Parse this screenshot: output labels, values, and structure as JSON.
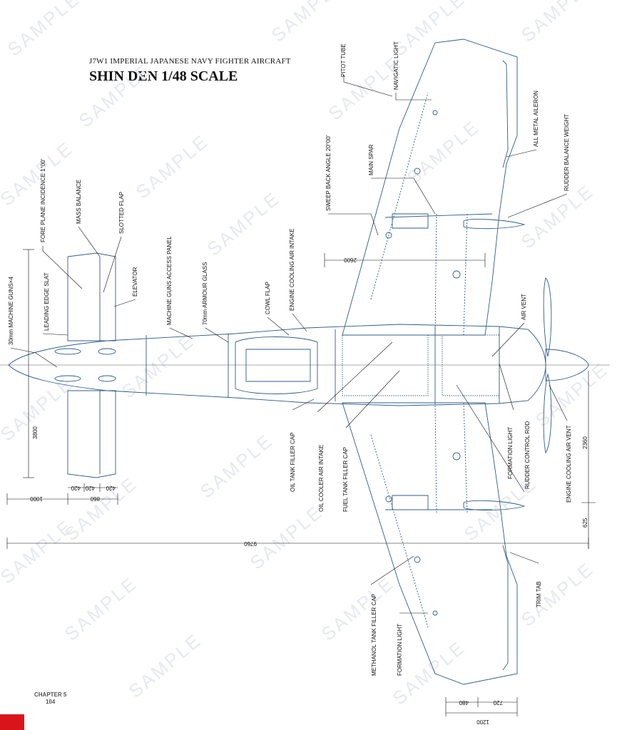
{
  "header": {
    "subtitle": "J7W1 IMPERIAL JAPANESE NAVY FIGHTER AIRCRAFT",
    "title": "SHIN DEN 1/48 SCALE"
  },
  "watermark": "SAMPLE",
  "footer": {
    "chapter": "CHAPTER 5",
    "page": "104"
  },
  "colors": {
    "line": "#2f5d8a",
    "accent": "#d9141b"
  },
  "callouts": {
    "pitot_tube": "PITOT TUBE",
    "navigation_light": "NAVIGATIC LIGHT",
    "all_metal_aileron": "ALL METAL AILERON",
    "rudder_balance_weight": "RUDDER BALANCE WEIGHT",
    "main_spar": "MAIN SPAR",
    "sweep_back_angle": "SWEEP BACK ANGLE 20°00'",
    "fore_plane_incidence": "FORE PLANE INCIDENCE 1°00'",
    "mass_balance": "MASS BALANCE",
    "slotted_flap": "SLOTTED FLAP",
    "machine_guns_access_panel": "MACHINE GUNS ACCESS PANEL",
    "engine_cooling_air_intake": "ENGINE COOLING AIR INTAKE",
    "machine_guns": "30mm MACHINE GUNS×4",
    "leading_edge_slat": "LEADING EDGE SLAT",
    "elevator": "ELEVATOR",
    "armour_glass": "70mm ARMOUR GLASS",
    "cowl_flap": "COWL FLAP",
    "air_vent": "AIR VENT",
    "oil_tank_filler_cap": "OIL TANK FILLER CAP",
    "oil_cooler_air_intake": "OIL COOLER AIR INTAKE",
    "fuel_tank_filler_cap": "FUEL TANK FILLER CAP",
    "formation_light_1": "FORMATION LIGHT",
    "rudder_control_rod": "RUDDER CONTROL ROD",
    "engine_cooling_air_vent": "ENGINE COOLING AIR VENT",
    "trim_tab": "TRIM TAB",
    "methanol_tank_filler_cap": "METHANOL TANK FILLER CAP",
    "formation_light_2": "FORMATION LIGHT"
  },
  "dimensions": {
    "d2600": "2600",
    "d3800": "3800",
    "d1000": "1000",
    "d860": "860",
    "d420a": "420",
    "d420b": "420",
    "d420c": "420",
    "d9760": "9760",
    "d2360": "2360",
    "d625": "625",
    "d720": "720",
    "d480": "480",
    "d1200": "1200"
  }
}
